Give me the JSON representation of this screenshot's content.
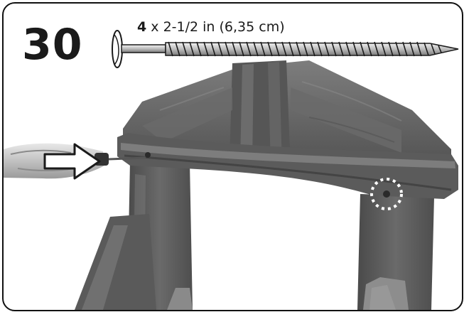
{
  "step": {
    "number": "30"
  },
  "hardware": {
    "quantity": "4",
    "description": "x 2-1/2 in (6,35 cm)",
    "icon": "screw-icon"
  },
  "illustration": {
    "subject": "arch-assembly-photo",
    "callouts": [
      "arrow-icon",
      "dotted-circle-marker"
    ]
  },
  "colors": {
    "plastic": "#5f5f5f",
    "plastic_dark": "#3e3e3e",
    "plastic_light": "#8a8a8a",
    "border": "#111111",
    "text": "#1a1a1a"
  }
}
